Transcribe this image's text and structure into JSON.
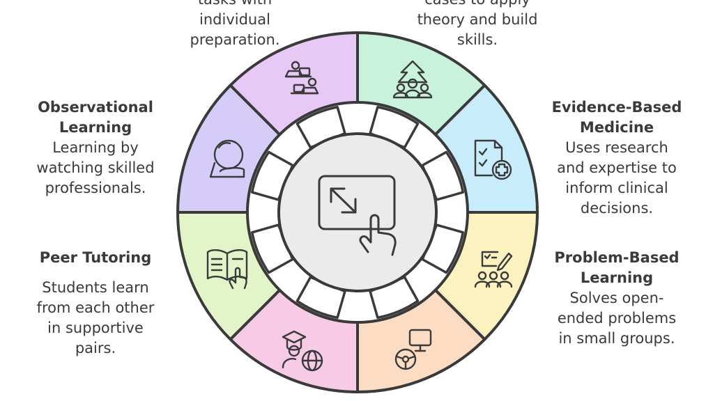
{
  "center": {
    "icon": "touch-screen-icon"
  },
  "segments": [
    {
      "id": "top-right",
      "icon": "tree-group-icon",
      "color": "#c9f2dc",
      "description": "...cases to apply theory and build skills."
    },
    {
      "id": "right-upper",
      "icon": "checklist-plus-icon",
      "color": "#c8ecfb",
      "title": "Evidence-Based Medicine",
      "description": "Uses research and expertise to inform clinical decisions."
    },
    {
      "id": "right-lower",
      "icon": "group-checklist-icon",
      "color": "#fbf2c0",
      "title": "Problem-Based Learning",
      "description": "Solves open-ended problems in small groups."
    },
    {
      "id": "bottom-right",
      "icon": "simulator-icon",
      "color": "#fcdcc3"
    },
    {
      "id": "bottom-left",
      "icon": "graduate-globe-icon",
      "color": "#f7cbe6"
    },
    {
      "id": "left-lower",
      "icon": "open-book-icon",
      "color": "#e3f4c8",
      "title": "Peer Tutoring",
      "description": "Students learn from each other in supportive pairs."
    },
    {
      "id": "left-upper",
      "icon": "magnifier-person-icon",
      "color": "#d5ccf7",
      "title": "Observational Learning",
      "description": "Learning by watching skilled professionals."
    },
    {
      "id": "top-left",
      "icon": "laptop-users-icon",
      "color": "#e8c9f6",
      "description": "...tasks with individual preparation."
    }
  ],
  "labels": {
    "top_left": {
      "line1": "tasks with",
      "line2": "individual",
      "line3": "preparation."
    },
    "top_right": {
      "line1": "cases to apply",
      "line2": "theory and build",
      "line3": "skills."
    },
    "observational": {
      "title1": "Observational",
      "title2": "Learning",
      "d1": "Learning by",
      "d2": "watching skilled",
      "d3": "professionals."
    },
    "evidence": {
      "title1": "Evidence-Based",
      "title2": "Medicine",
      "d1": "Uses research",
      "d2": "and expertise to",
      "d3": "inform clinical",
      "d4": "decisions."
    },
    "peer": {
      "title1": "Peer Tutoring",
      "d1": "Students learn",
      "d2": "from each other",
      "d3": "in supportive",
      "d4": "pairs."
    },
    "problem": {
      "title1": "Problem-Based",
      "title2": "Learning",
      "d1": "Solves open-",
      "d2": "ended problems",
      "d3": "in small groups."
    }
  }
}
